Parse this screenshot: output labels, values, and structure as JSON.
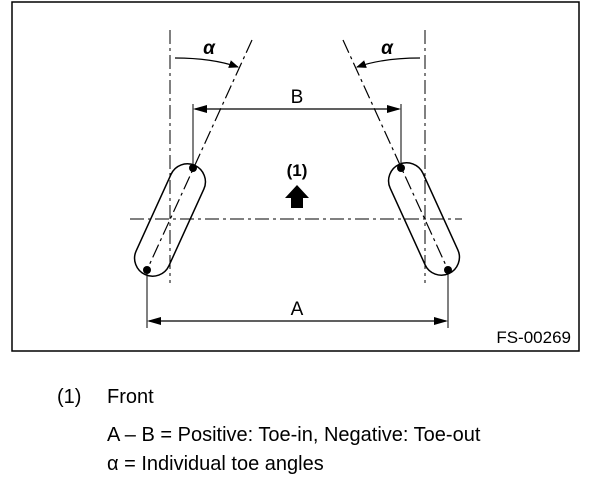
{
  "figure": {
    "alpha_symbol": "α",
    "label_a": "A",
    "label_b": "B",
    "front_marker": "(1)",
    "figure_code": "FS-00269"
  },
  "legend": {
    "item_number": "(1)",
    "item_label": "Front",
    "formula": "A – B = Positive: Toe-in, Negative: Toe-out",
    "alpha_definition": "α = Individual toe angles"
  }
}
